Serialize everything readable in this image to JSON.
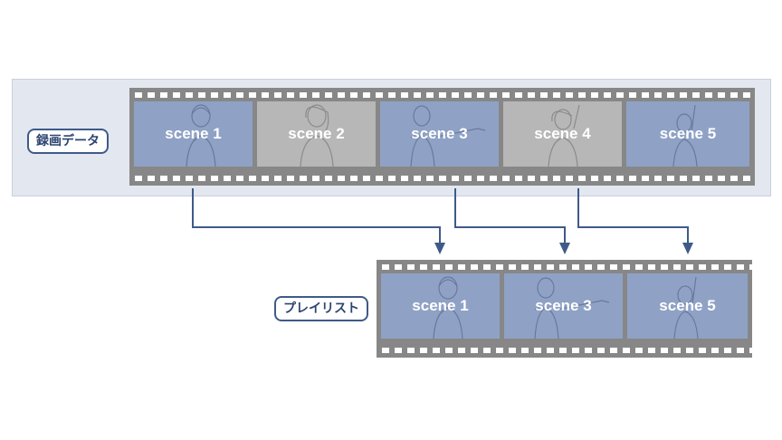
{
  "recording": {
    "label": "録画データ",
    "scenes": [
      {
        "label": "scene 1",
        "color": "#8fa2c6"
      },
      {
        "label": "scene 2",
        "color": "#b7b7b7"
      },
      {
        "label": "scene 3",
        "color": "#8fa2c6"
      },
      {
        "label": "scene 4",
        "color": "#b7b7b7"
      },
      {
        "label": "scene 5",
        "color": "#8fa2c6"
      }
    ]
  },
  "playlist": {
    "label": "プレイリスト",
    "scenes": [
      {
        "label": "scene 1"
      },
      {
        "label": "scene 3"
      },
      {
        "label": "scene 5"
      }
    ]
  },
  "colors": {
    "arrow": "#3f5a8a",
    "film": "#878787",
    "panel": "#e3e7f0"
  }
}
